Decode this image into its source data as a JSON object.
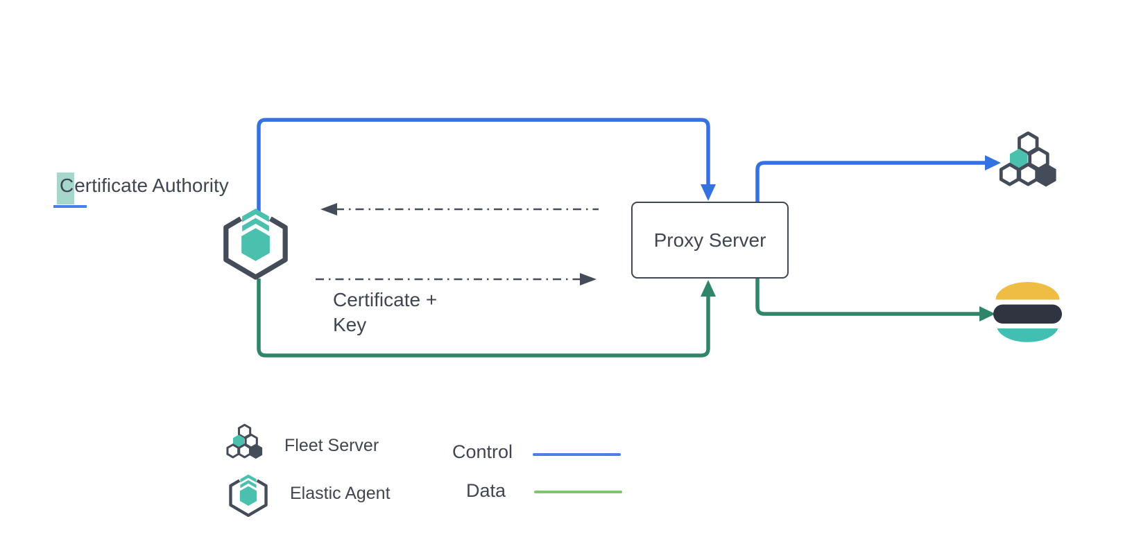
{
  "labels": {
    "certificate_authority": {
      "highlighted_letter": "C",
      "rest": "ertificate Authority"
    },
    "proxy_server": "Proxy Server",
    "certificate_key": {
      "line1": "Certificate +",
      "line2": "Key"
    }
  },
  "legend": {
    "fleet_server": "Fleet Server",
    "elastic_agent": "Elastic Agent",
    "control": "Control",
    "data": "Data"
  },
  "colors": {
    "control_line": "#3471e3",
    "data_line": "#2e8569",
    "legend_control_swatch": "#4b7de4",
    "legend_data_swatch": "#7cc66e",
    "dashed_line": "#454c59",
    "icon_dark": "#454c59",
    "icon_teal": "#4cc0ae",
    "elasticsearch_yellow": "#f0bd44",
    "elasticsearch_navy": "#2f3440",
    "elasticsearch_teal": "#42beb2",
    "text": "#3f4651",
    "box_border": "#3f4651",
    "ca_highlight": "#a6d7cb",
    "ca_underline": "#4a7fe8",
    "background": "#ffffff"
  }
}
